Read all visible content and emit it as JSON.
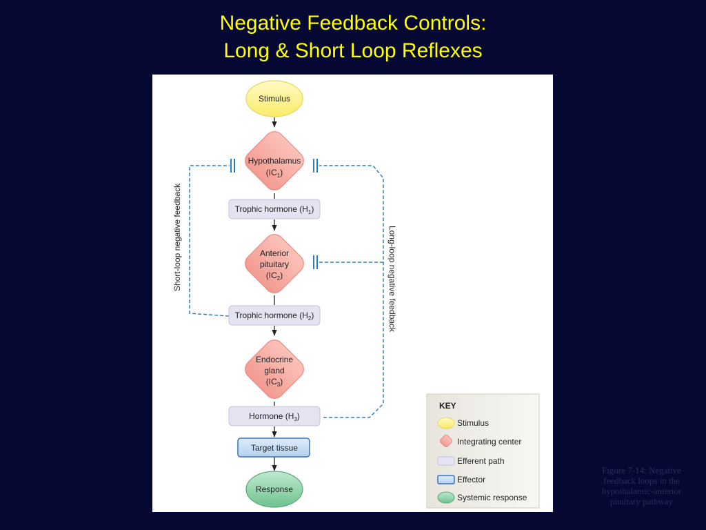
{
  "slide": {
    "title_line1": "Negative Feedback Controls:",
    "title_line2": "Long & Short Loop Reflexes",
    "caption_lines": [
      "Figure 7-14: Negative",
      "feedback loops in the",
      "hypothalamic-anterior",
      "pituitary pathway"
    ]
  },
  "diagram": {
    "stimulus": "Stimulus",
    "hypothalamus": {
      "name": "Hypothalamus",
      "code": "(IC",
      "sub": "1",
      "close": ")"
    },
    "trophic1": {
      "label": "Trophic hormone (H",
      "sub": "1",
      "close": ")"
    },
    "anterior_pituitary": {
      "line1": "Anterior",
      "line2": "pituitary",
      "code": "(IC",
      "sub": "2",
      "close": ")"
    },
    "trophic2": {
      "label": "Trophic hormone (H",
      "sub": "2",
      "close": ")"
    },
    "endocrine_gland": {
      "line1": "Endocrine",
      "line2": "gland",
      "code": "(IC",
      "sub": "3",
      "close": ")"
    },
    "hormone3": {
      "label": "Hormone (H",
      "sub": "3",
      "close": ")"
    },
    "target_tissue": "Target tissue",
    "response": "Response",
    "short_loop_label": "Short-loop negative feedback",
    "long_loop_label": "Long-loop negative feedback"
  },
  "key": {
    "title": "KEY",
    "items": [
      "Stimulus",
      "Integrating center",
      "Efferent path",
      "Effector",
      "Systemic response"
    ]
  },
  "colors": {
    "background": "#040833",
    "title": "#ffff00",
    "stimulus_fill": "#fdf58a",
    "integrating_fill": "#f6a8a0",
    "efferent_fill": "#e4e3f2",
    "effector_fill": "#c6dcf2",
    "response_fill": "#8fd2a6",
    "feedback_line": "#2a7fc0"
  }
}
